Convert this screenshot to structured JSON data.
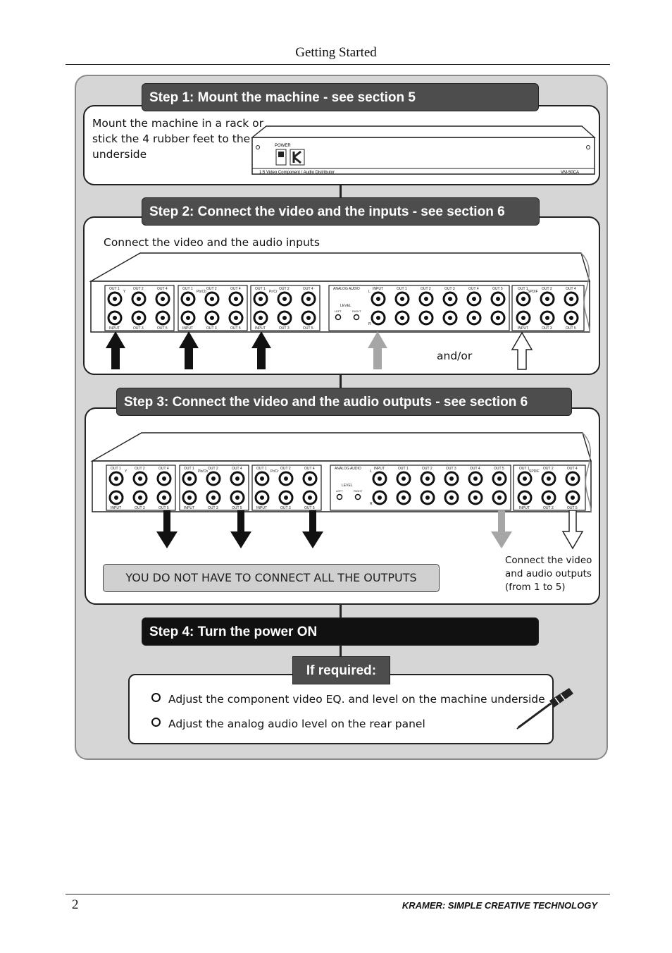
{
  "header": {
    "title": "Getting Started"
  },
  "steps": [
    {
      "banner": "Step 1: Mount the machine - see section 5",
      "text_lines": [
        "Mount the machine in a rack or",
        "stick the 4 rubber feet to the",
        "underside"
      ]
    },
    {
      "banner": "Step 2: Connect the video and the inputs - see section 6",
      "text": "Connect the video and the audio inputs",
      "andor": "and/or"
    },
    {
      "banner": "Step 3: Connect the video and the audio outputs - see section 6",
      "note": "YOU DO NOT HAVE TO CONNECT ALL THE OUTPUTS",
      "side_lines": [
        "Connect the video",
        "and audio outputs",
        "(from 1 to 5)"
      ]
    },
    {
      "banner": "Step 4: Turn the power ON"
    }
  ],
  "required": {
    "label": "If required:",
    "items": [
      "Adjust the component video EQ. and level on the machine underside",
      "Adjust the analog audio level on the rear panel"
    ]
  },
  "device": {
    "front_power": "POWER",
    "front_model": "VM-50CA",
    "front_caption": "1:5 Video Component / Audio Distributor",
    "panel": {
      "out_row": [
        "OUT 1",
        "OUT 2",
        "OUT 4"
      ],
      "in_row": [
        "INPUT",
        "OUT 3",
        "OUT 5"
      ],
      "group_labels": [
        "Y",
        "Pb/Cb",
        "Pr/Cr",
        "SPDIF"
      ],
      "audio_title": "ANALOG AUDIO",
      "audio_top": [
        "INPUT",
        "OUT 1",
        "OUT 2",
        "OUT 3",
        "OUT 4",
        "OUT 5"
      ],
      "level": "LEVEL",
      "left": "LEFT",
      "right": "RIGHT",
      "l": "L",
      "r": "R"
    }
  },
  "footer": {
    "page_number": "2",
    "brand": "KRAMER:  SIMPLE CREATIVE TECHNOLOGY"
  }
}
